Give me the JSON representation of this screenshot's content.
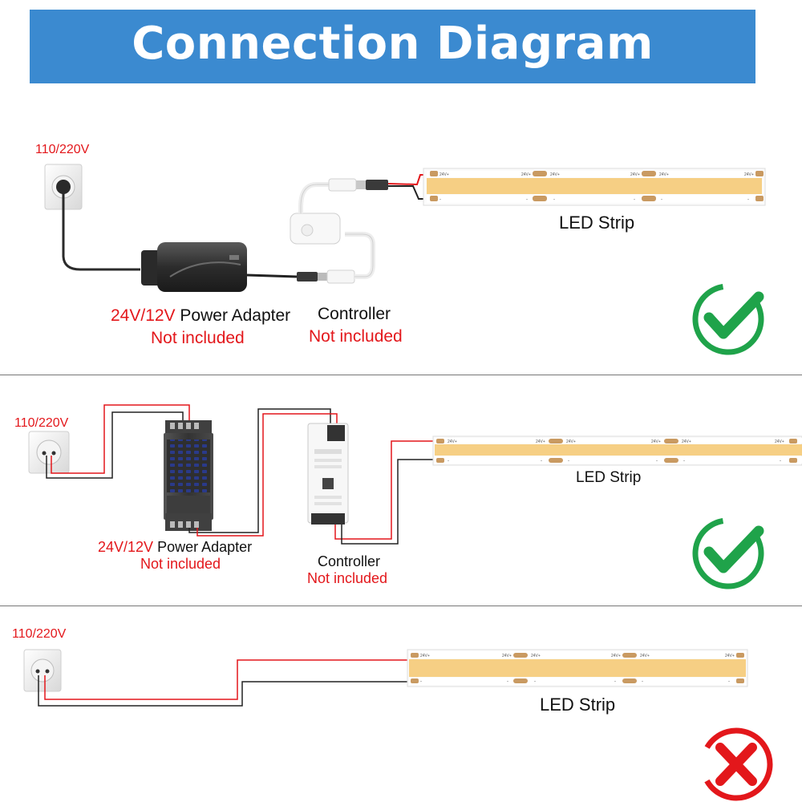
{
  "header": {
    "title": "Connection Diagram"
  },
  "colors": {
    "banner": "#3b8ad0",
    "check": "#1fa34a",
    "cross": "#e3171b",
    "warning_text": "#e3171b",
    "led": "#f6cf84"
  },
  "panels": [
    {
      "voltage": "110/220V",
      "adapter_voltage": "24V/12V",
      "adapter_name": "Power Adapter",
      "adapter_note": "Not included",
      "controller": "Controller",
      "controller_note": "Not included",
      "strip": "LED Strip",
      "status": "check-icon"
    },
    {
      "voltage": "110/220V",
      "adapter_voltage": "24V/12V",
      "adapter_name": "Power Adapter",
      "adapter_note": "Not included",
      "controller": "Controller",
      "controller_note": "Not included",
      "strip": "LED Strip",
      "status": "check-icon"
    },
    {
      "voltage": "110/220V",
      "strip": "LED Strip",
      "status": "cross-icon"
    }
  ],
  "strip_marks": {
    "positive": "24V+",
    "negative": "-"
  }
}
